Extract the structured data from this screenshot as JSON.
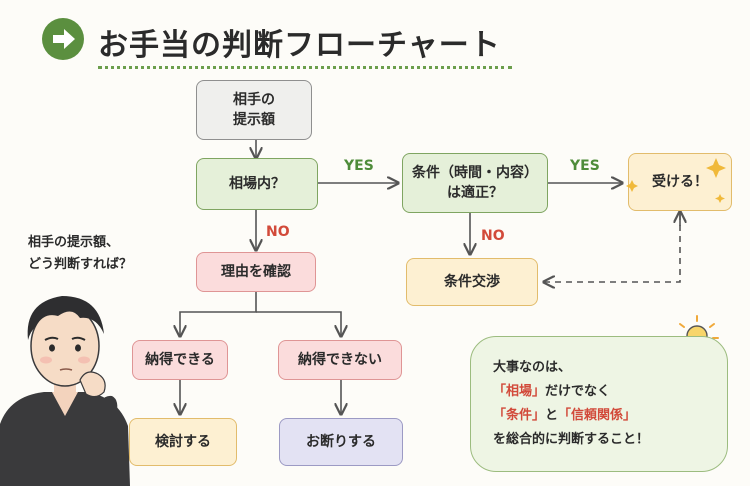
{
  "title": "お手当の判断フローチャート",
  "question": "相手の提示額、\nどう判断すれば？",
  "nodes": {
    "start": "相手の\n提示額",
    "market": "相場内？",
    "conditions": "条件（時間・内容）\nは適正？",
    "accept": "受ける！",
    "reason": "理由を確認",
    "negotiate": "条件交渉",
    "convinced": "納得できる",
    "not_convinced": "納得できない",
    "consider": "検討する",
    "decline": "お断りする"
  },
  "edge_labels": {
    "yes1": "YES",
    "yes2": "YES",
    "no1": "NO",
    "no2": "NO"
  },
  "note": {
    "line1": "大事なのは、",
    "line2_hl": "「相場」",
    "line2_rest": "だけでなく",
    "line3_hl1": "「条件」",
    "line3_mid": "と",
    "line3_hl2": "「信頼関係」",
    "line4": "を総合的に判断すること！"
  },
  "colors": {
    "green": "#5b8f3f",
    "red": "#d24a3a",
    "yellow_border": "#e2bc6c"
  }
}
